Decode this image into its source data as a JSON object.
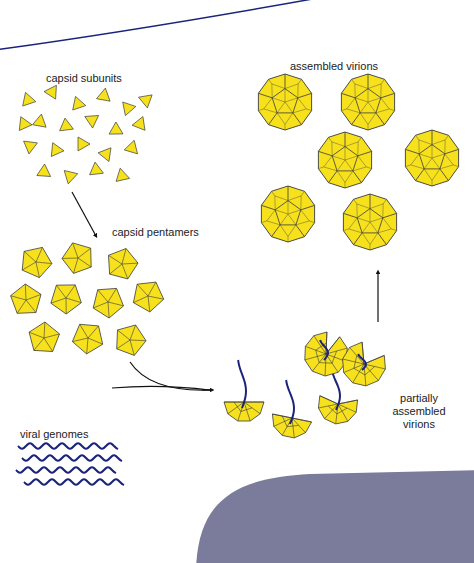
{
  "diagram": {
    "labels": [
      "assembled virions",
      "capsid subunits",
      "capsid pentamers",
      "viral genomes",
      "partially assembled virions"
    ]
  }
}
